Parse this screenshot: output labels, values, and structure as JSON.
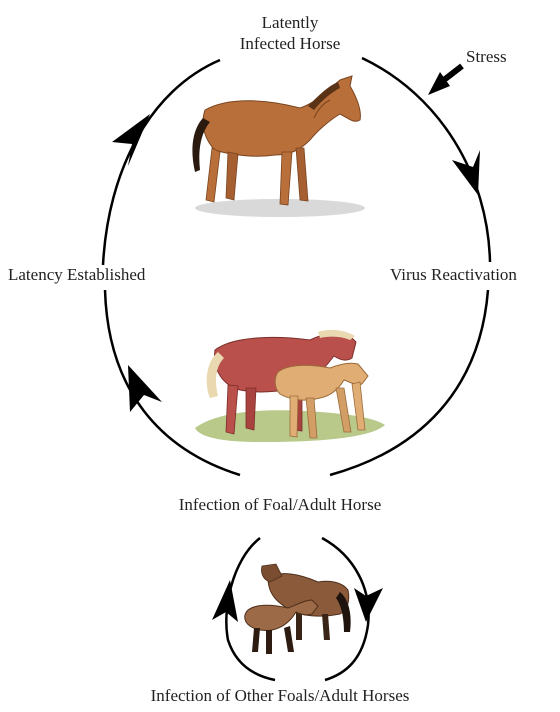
{
  "labels": {
    "top_line1": "Latently",
    "top_line2": "Infected Horse",
    "stress": "Stress",
    "left": "Latency Established",
    "right": "Virus Reactivation",
    "middle": "Infection of Foal/Adult Horse",
    "bottom": "Infection of Other Foals/Adult Horses"
  },
  "icons": {
    "horse_top": "chestnut-horse-illustration",
    "horse_middle": "mare-and-foal-illustration",
    "horse_bottom": "bay-horses-illustration"
  },
  "colors": {
    "arrow": "#000000",
    "chestnut": "#b96f3a",
    "mare": "#b9504b",
    "foal": "#e0ad74",
    "bay": "#8a5a3b",
    "grass": "#b8c98a"
  }
}
